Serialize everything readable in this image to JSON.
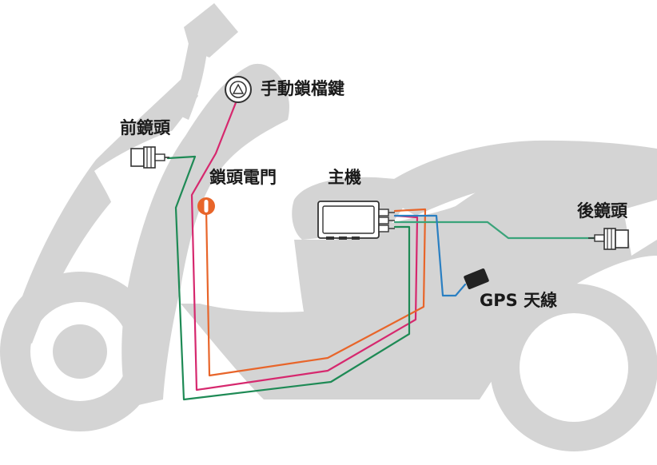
{
  "diagram": {
    "labels": {
      "manual_lock_button": "手動鎖檔鍵",
      "front_camera": "前鏡頭",
      "ignition_wire": "鎖頭電門",
      "main_unit": "主機",
      "rear_camera": "後鏡頭",
      "gps_antenna": "GPS 天線"
    },
    "colors": {
      "scooter_silhouette": "#d4d4d4",
      "wire_manual_lock": "#d6286e",
      "wire_ignition": "#e8652a",
      "wire_front_camera": "#1e8a55",
      "wire_rear_camera": "#3aa37a",
      "wire_gps": "#2a7fc2",
      "ignition_marker": "#e8652a",
      "device_outline": "#333333"
    }
  }
}
